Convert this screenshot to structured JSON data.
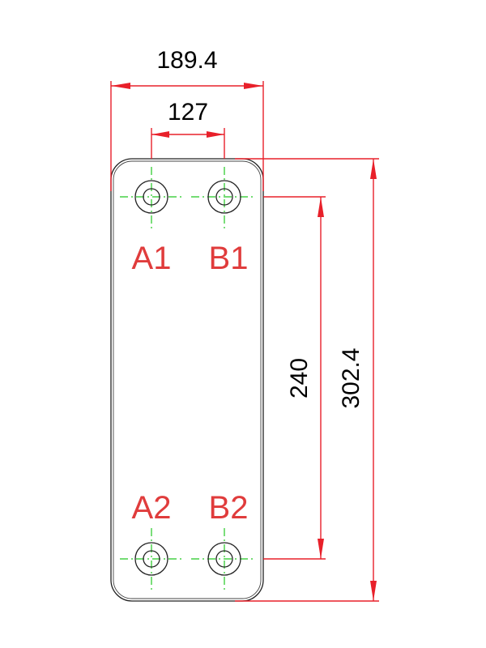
{
  "dimensions": {
    "overall_width": "189.4",
    "port_center_width": "127",
    "port_center_height": "240",
    "overall_height": "302.4"
  },
  "ports": {
    "a1": "A1",
    "b1": "B1",
    "a2": "A2",
    "b2": "B2"
  },
  "colors": {
    "dimension_line": "#e8202a",
    "port_label": "#e03c3c",
    "center_line": "#22c822",
    "outline": "#222222"
  }
}
